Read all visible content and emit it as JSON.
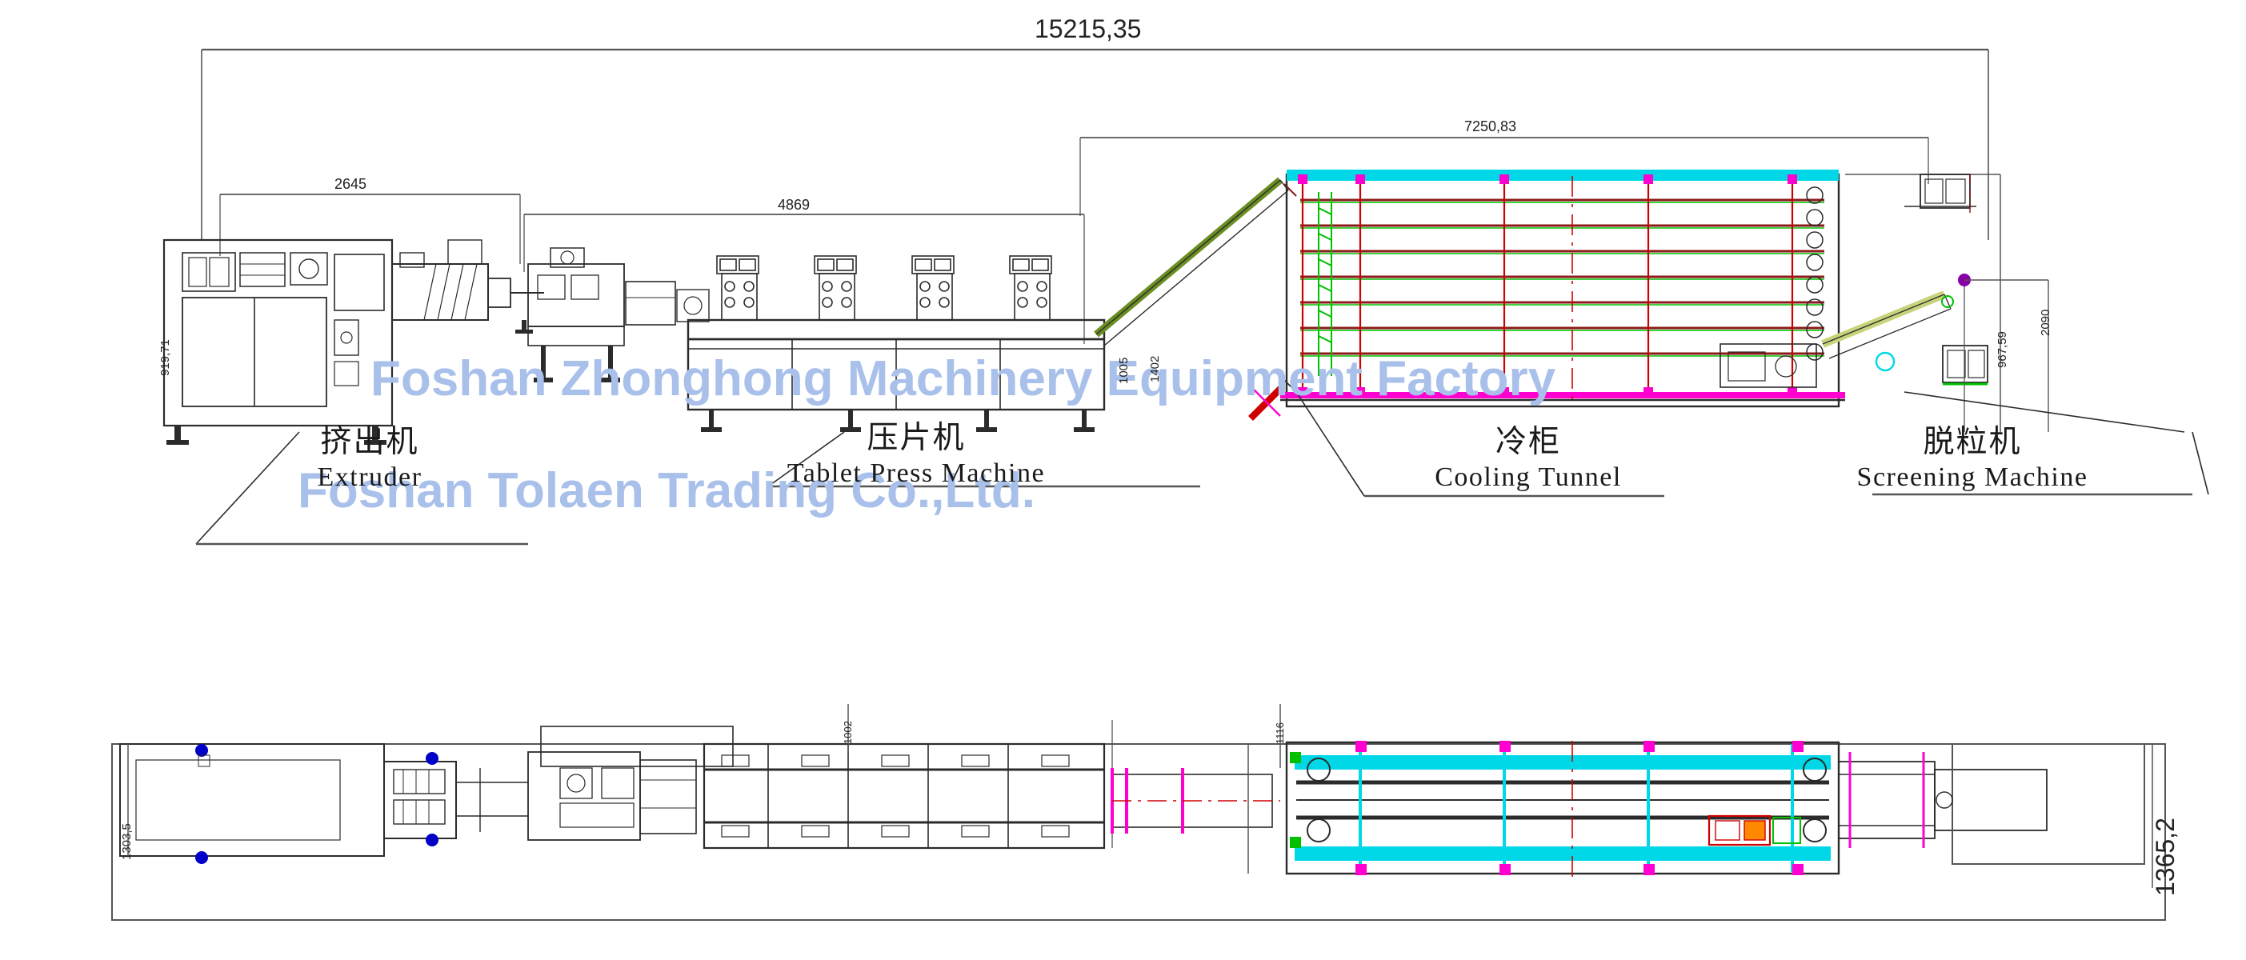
{
  "drawing": {
    "title_overall_dimension": "15215,35",
    "watermarks": [
      "Foshan Zhonghong Machinery Equipment Factory",
      "Foshan Tolaen Trading Co.,Ltd."
    ],
    "watermark_color": "#a8c0ea"
  },
  "machines": [
    {
      "id": "extruder",
      "cn": "挤出机",
      "en": "Extruder"
    },
    {
      "id": "tablet-press",
      "cn": "压片机",
      "en": "Tablet Press Machine"
    },
    {
      "id": "cooling-tunnel",
      "cn": "冷柜",
      "en": "Cooling Tunnel"
    },
    {
      "id": "screening-machine",
      "cn": "脱粒机",
      "en": "Screening Machine"
    }
  ],
  "dimensions": {
    "overall_length": "15215,35",
    "extruder_length": "2645",
    "tablet_press_length": "4869",
    "cooling_tunnel_length": "7250,83",
    "extruder_height": "919,71",
    "press_height_a": "1402",
    "press_height_b": "1005",
    "screening_height": "967,59",
    "screening_width": "2090",
    "plan_height_a": "1002",
    "plan_height_b": "1116",
    "plan_left_width": "1303,5",
    "plan_right_width": "1365,2"
  },
  "colors": {
    "outline": "#2b2b2b",
    "dim_line": "#555555",
    "magenta": "#ff00d0",
    "cyan": "#00d8e8",
    "green": "#00c000",
    "red": "#d00000",
    "darkred": "#8b1a1a",
    "blue": "#0000c8",
    "purple": "#8800aa"
  }
}
